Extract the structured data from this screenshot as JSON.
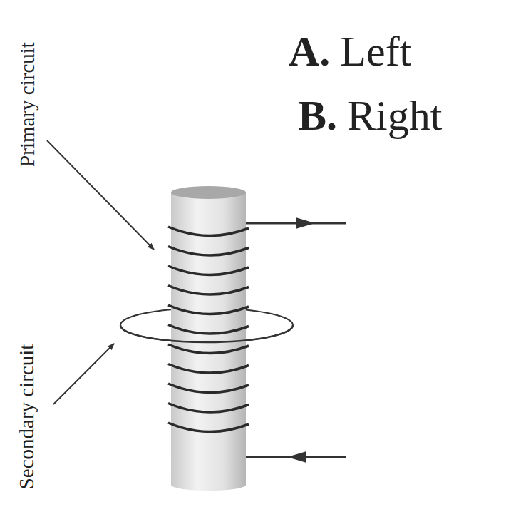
{
  "diagram": {
    "labels": [
      "A.",
      "Left",
      "B.",
      "Right",
      "Primary circuit",
      "Secondary circuit"
    ]
  }
}
